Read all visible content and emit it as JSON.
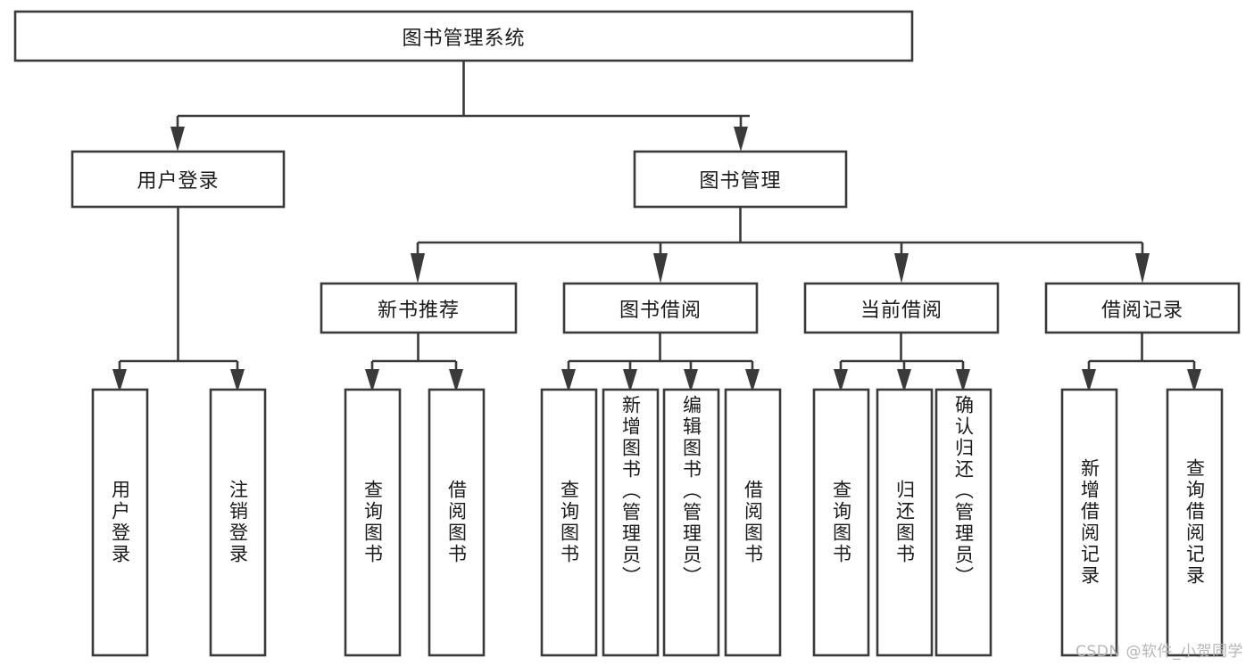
{
  "diagram": {
    "type": "tree",
    "title": "图书管理系统",
    "watermark": "CSDN @软件_小贺同学",
    "colors": {
      "box_stroke": "#3a3a3a",
      "box_fill": "#ffffff",
      "text": "#1a1a1a",
      "background": "#ffffff",
      "watermark": "#b6b6b6"
    },
    "root": {
      "label": "图书管理系统"
    },
    "level2": [
      {
        "label": "用户登录"
      },
      {
        "label": "图书管理"
      }
    ],
    "level3": [
      {
        "label": "新书推荐"
      },
      {
        "label": "图书借阅"
      },
      {
        "label": "当前借阅"
      },
      {
        "label": "借阅记录"
      }
    ],
    "leaves": [
      {
        "label": "用户登录",
        "parent": "用户登录"
      },
      {
        "label": "注销登录",
        "parent": "用户登录"
      },
      {
        "label": "查询图书",
        "parent": "新书推荐"
      },
      {
        "label": "借阅图书",
        "parent": "新书推荐"
      },
      {
        "label": "查询图书",
        "parent": "图书借阅"
      },
      {
        "label": "新增图书（管理员）",
        "parent": "图书借阅"
      },
      {
        "label": "编辑图书（管理员）",
        "parent": "图书借阅"
      },
      {
        "label": "借阅图书",
        "parent": "图书借阅"
      },
      {
        "label": "查询图书",
        "parent": "当前借阅"
      },
      {
        "label": "归还图书",
        "parent": "当前借阅"
      },
      {
        "label": "确认归还（管理员）",
        "parent": "当前借阅"
      },
      {
        "label": "新增借阅记录",
        "parent": "借阅记录"
      },
      {
        "label": "查询借阅记录",
        "parent": "借阅记录"
      }
    ]
  }
}
